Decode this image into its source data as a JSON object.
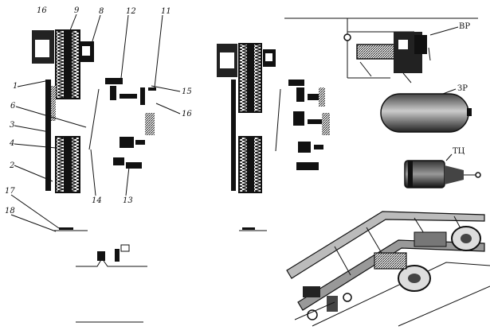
{
  "diagram": {
    "left_labels": [
      "16",
      "9",
      "8",
      "12",
      "11",
      "1",
      "15",
      "6",
      "16",
      "3",
      "4",
      "2",
      "14",
      "13",
      "17",
      "18"
    ],
    "right_labels": {
      "valve": "ВР",
      "reservoir": "ЗР",
      "cylinder": "ТЦ"
    }
  }
}
